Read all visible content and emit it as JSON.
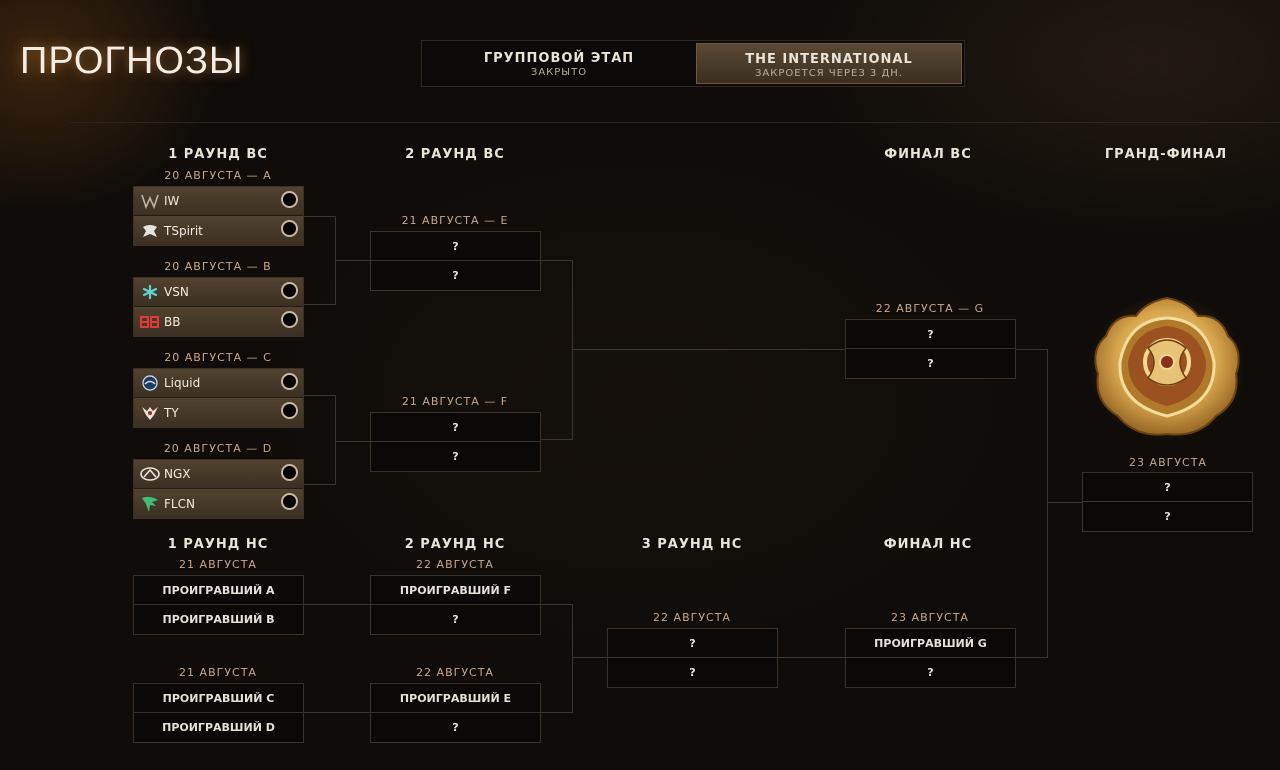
{
  "title": "ПРОГНОЗЫ",
  "tabs": [
    {
      "label": "ГРУППОВОЙ ЭТАП",
      "status": "ЗАКРЫТО"
    },
    {
      "label": "THE INTERNATIONAL",
      "status": "ЗАКРОЕТСЯ ЧЕРЕЗ  3 ДН."
    }
  ],
  "columns": {
    "ub_r1": "1 РАУНД ВС",
    "ub_r2": "2 РАУНД ВС",
    "ub_final": "ФИНАЛ ВС",
    "grand_final": "ГРАНД-ФИНАЛ",
    "lb_r1": "1 РАУНД НС",
    "lb_r2": "2 РАУНД НС",
    "lb_r3": "3 РАУНД НС",
    "lb_final": "ФИНАЛ НС"
  },
  "upper": {
    "a": {
      "date": "20 АВГУСТА — A",
      "teams": [
        "IW",
        "TSpirit"
      ]
    },
    "b": {
      "date": "20 АВГУСТА — B",
      "teams": [
        "VSN",
        "BB"
      ]
    },
    "c": {
      "date": "20 АВГУСТА — C",
      "teams": [
        "Liquid",
        "TY"
      ]
    },
    "d": {
      "date": "20 АВГУСТА — D",
      "teams": [
        "NGX",
        "FLCN"
      ]
    },
    "e": {
      "date": "21 АВГУСТА — E",
      "slots": [
        "?",
        "?"
      ]
    },
    "f": {
      "date": "21 АВГУСТА — F",
      "slots": [
        "?",
        "?"
      ]
    },
    "g": {
      "date": "22 АВГУСТА — G",
      "slots": [
        "?",
        "?"
      ]
    }
  },
  "grand": {
    "date": "23 АВГУСТА",
    "slots": [
      "?",
      "?"
    ]
  },
  "lower": {
    "r1a": {
      "date": "21 АВГУСТА",
      "slots": [
        "ПРОИГРАВШИЙ A",
        "ПРОИГРАВШИЙ B"
      ]
    },
    "r1b": {
      "date": "21 АВГУСТА",
      "slots": [
        "ПРОИГРАВШИЙ C",
        "ПРОИГРАВШИЙ D"
      ]
    },
    "r2a": {
      "date": "22 АВГУСТА",
      "slots": [
        "ПРОИГРАВШИЙ F",
        "?"
      ]
    },
    "r2b": {
      "date": "22 АВГУСТА",
      "slots": [
        "ПРОИГРАВШИЙ E",
        "?"
      ]
    },
    "r3": {
      "date": "22 АВГУСТА",
      "slots": [
        "?",
        "?"
      ]
    },
    "final": {
      "date": "23 АВГУСТА",
      "slots": [
        "ПРОИГРАВШИЙ G",
        "?"
      ]
    }
  },
  "icons": {
    "IW": "iw-logo-icon",
    "TSpirit": "spirit-logo-icon",
    "VSN": "vsn-logo-icon",
    "BB": "bb-logo-icon",
    "Liquid": "liquid-logo-icon",
    "TY": "ty-logo-icon",
    "NGX": "ngx-logo-icon",
    "FLCN": "flcn-logo-icon",
    "trophy": "aegis-trophy-icon"
  },
  "colors": {
    "accent_gold": "#c9a78a",
    "team_bg": "#4a3c2b",
    "tab_active": "#5a4934"
  }
}
